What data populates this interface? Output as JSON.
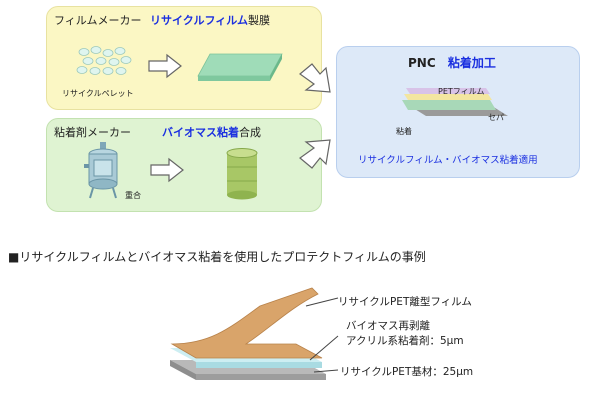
{
  "film_maker": {
    "company": "フィルムメーカー",
    "process_bold": "リサイクルフィルム",
    "process_suffix": "製膜",
    "pellet_label": "リサイクルペレット"
  },
  "adhesive_maker": {
    "company": "粘着剤メーカー",
    "process_bold": "バイオマス粘着",
    "process_suffix": "合成",
    "polymerize_label": "重合"
  },
  "pnc": {
    "title": "PNC",
    "title_process": "粘着加工",
    "pet_film_label": "PETフィルム",
    "adhesive_label": "粘着",
    "separator_label": "セパ",
    "caption": "リサイクルフィルム・バイオマス粘着適用"
  },
  "example": {
    "heading": "■リサイクルフィルムとバイオマス粘着を使用したプロテクトフィルムの事例",
    "layer_top": "リサイクルPET離型フィルム",
    "layer_mid_line1": "バイオマス再剥離",
    "layer_mid_line2": "アクリル系粘着剤：5μm",
    "layer_bottom": "リサイクルPET基材：25μm"
  },
  "colors": {
    "film_box": "#fbf7c4",
    "adhesive_box": "#dff3d2",
    "pnc_box": "#dde9f8",
    "highlight_text": "#1a2fe0",
    "release_film": "#d9a46a",
    "adhesive_layer": "#bfe6ea",
    "base_layer": "#a9a9a9"
  }
}
